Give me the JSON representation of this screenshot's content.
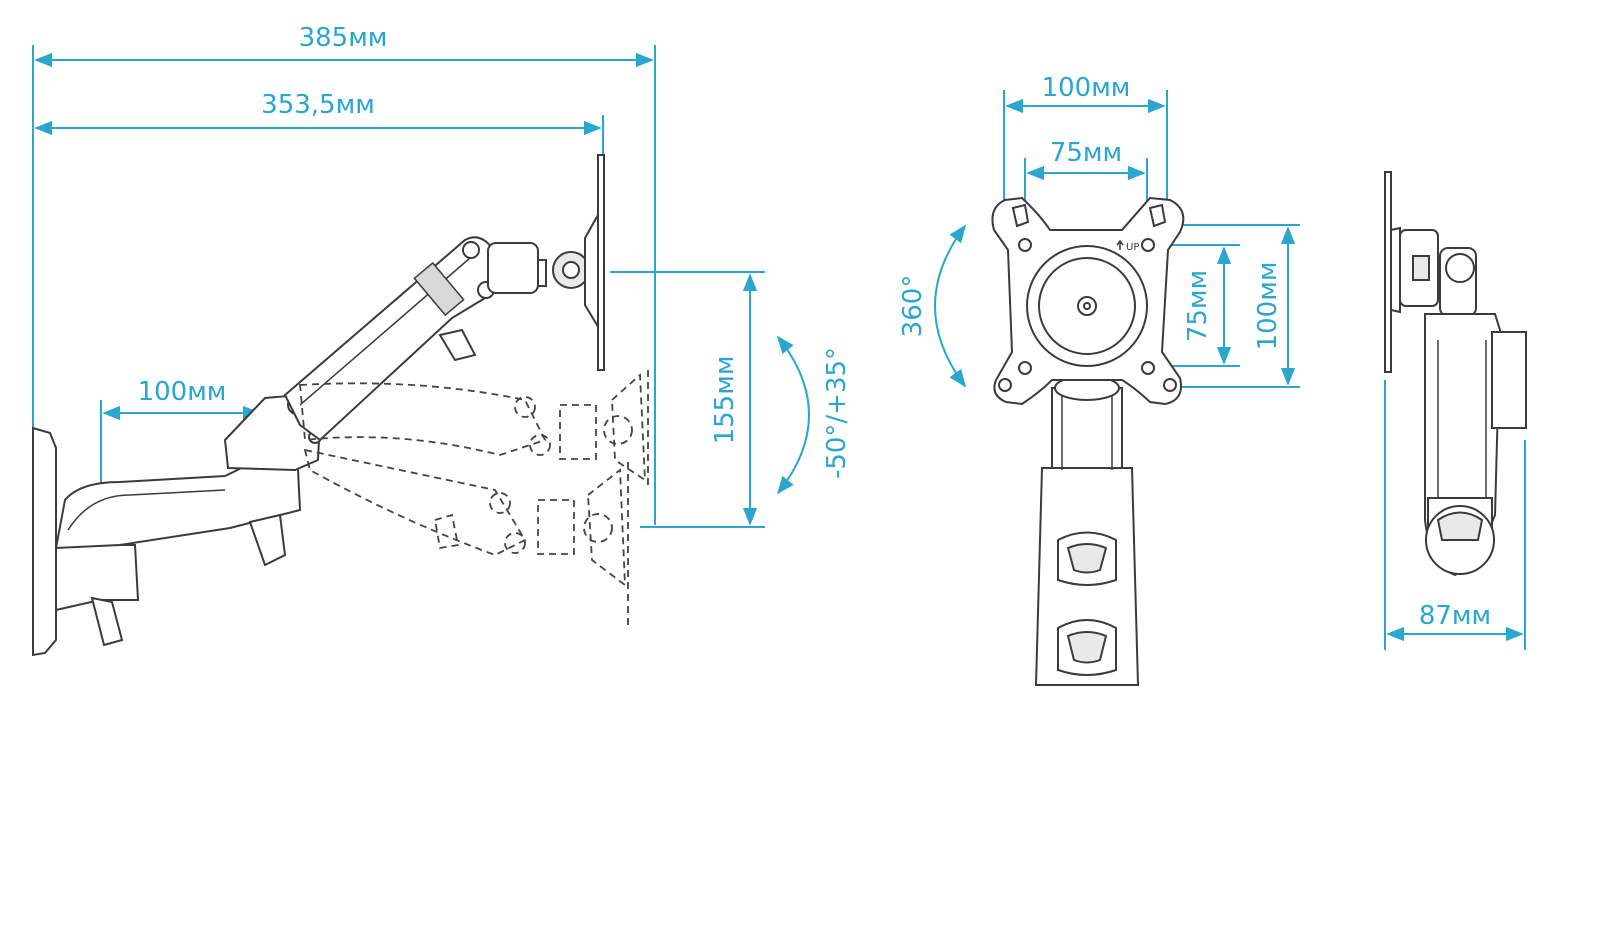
{
  "colors": {
    "dimension": "#2aa6cf",
    "ink": "#3b3b3b",
    "background": "#ffffff"
  },
  "side_view": {
    "dim_total_width": "385мм",
    "dim_arm_reach": "353,5мм",
    "dim_wall_offset": "100мм",
    "dim_vertical_travel": "155мм",
    "tilt_range": "-50°/+35°"
  },
  "front_view": {
    "vesa_large_horizontal": "100мм",
    "vesa_small_horizontal": "75мм",
    "vesa_small_vertical": "75мм",
    "vesa_large_vertical": "100мм",
    "rotation": "360°",
    "up_mark": "UP"
  },
  "profile_view": {
    "dim_depth": "87мм"
  }
}
